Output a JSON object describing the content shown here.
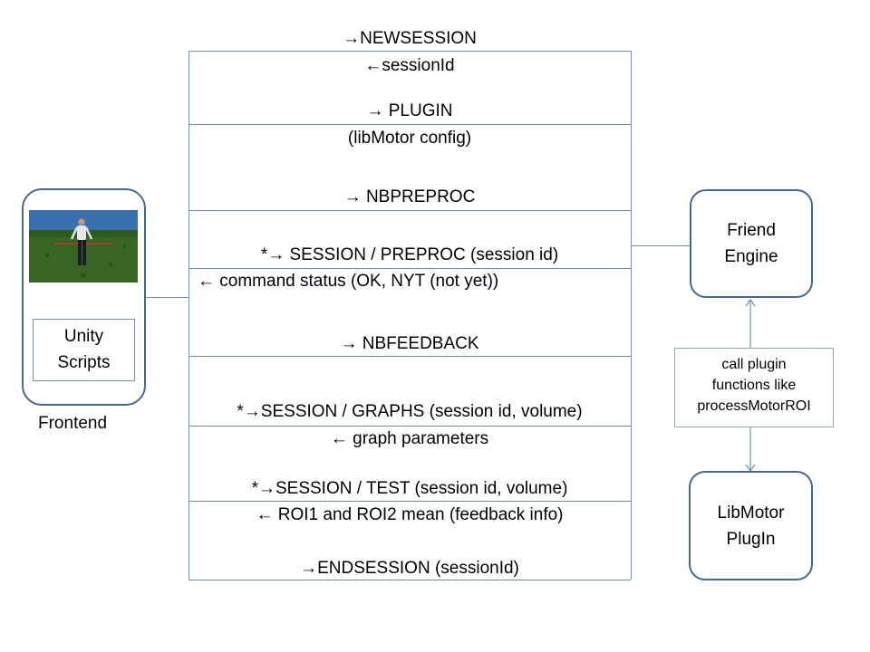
{
  "messages": [
    "→NEWSESSION",
    "←sessionId",
    "→ PLUGIN",
    "(libMotor config)",
    "→ NBPREPROC",
    "*→ SESSION / PREPROC (session id)",
    "← command status (OK, NYT (not yet))",
    "→ NBFEEDBACK",
    "*→SESSION / GRAPHS (session id, volume)",
    "← graph parameters",
    "*→SESSION / TEST (session id, volume)",
    "← ROI1 and ROI2 mean (feedback info)",
    "→ENDSESSION  (sessionId)"
  ],
  "frontend": {
    "label": "Frontend",
    "scripts_line1": "Unity",
    "scripts_line2": "Scripts",
    "preview_icon": "unity-scene-thumbnail"
  },
  "friend_engine": {
    "line1": "Friend",
    "line2": "Engine"
  },
  "libmotor": {
    "line1": "LibMotor",
    "line2": "PlugIn"
  },
  "call_note": {
    "line1": "call plugin",
    "line2": "functions like",
    "line3": "processMotorROI"
  },
  "colors": {
    "line": "#6f8fb3",
    "box_border": "#44698f"
  }
}
